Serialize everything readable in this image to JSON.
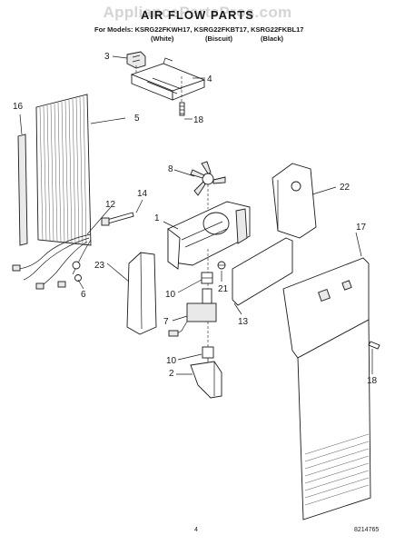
{
  "watermark": "AppliancePartsPros.com",
  "title": "AIR FLOW PARTS",
  "models_line": "For Models: KSRG22FKWH17, KSRG22FKBT17, KSRG22FKBL17",
  "colors": [
    "(White)",
    "(Biscuit)",
    "(Black)"
  ],
  "callouts": {
    "c1": "1",
    "c2": "2",
    "c3": "3",
    "c4": "4",
    "c5": "5",
    "c6": "6",
    "c7": "7",
    "c8": "8",
    "c10a": "10",
    "c10b": "10",
    "c12": "12",
    "c13": "13",
    "c14": "14",
    "c16": "16",
    "c17": "17",
    "c18a": "18",
    "c18b": "18",
    "c21": "21",
    "c22": "22",
    "c23": "23"
  },
  "page_number": "4",
  "doc_number": "8214765"
}
